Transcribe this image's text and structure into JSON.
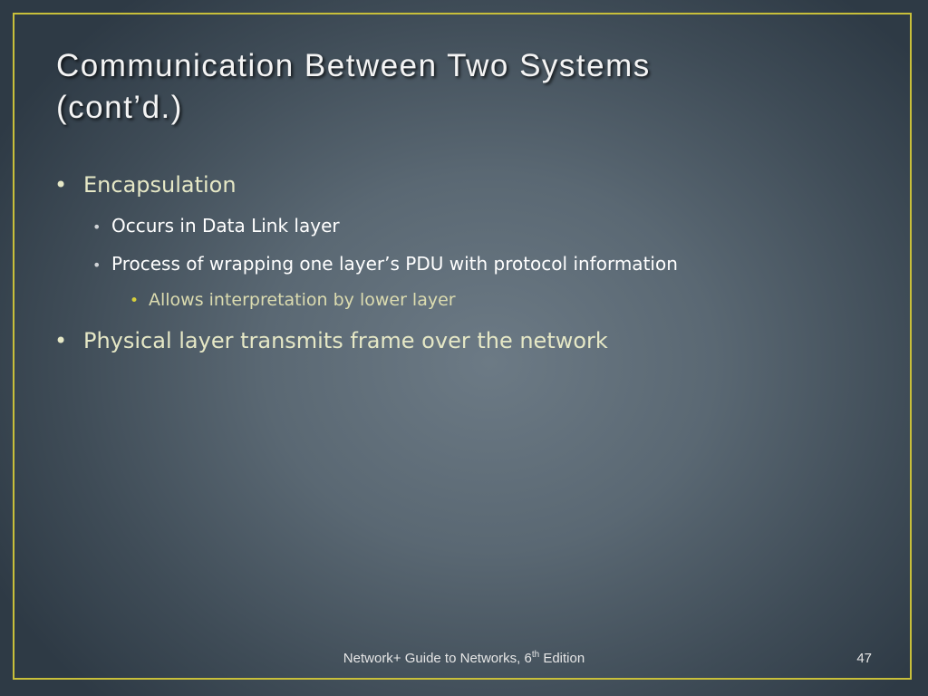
{
  "slide": {
    "title_line1": "Communication Between Two Systems",
    "title_line2": "(cont’d.)",
    "bullets": [
      {
        "marker": "•",
        "text": "Encapsulation"
      },
      {
        "marker": "•",
        "text": "Occurs in Data Link layer"
      },
      {
        "marker": "•",
        "text": "Process of wrapping one layer’s PDU with protocol information"
      },
      {
        "marker": "•",
        "text": "Allows interpretation by lower layer"
      },
      {
        "marker": "•",
        "text": "Physical layer transmits frame over the network"
      }
    ],
    "footer": {
      "prefix": "Network+ Guide to Networks, 6",
      "superscript": "th",
      "suffix": " Edition",
      "page_number": "47"
    }
  },
  "colors": {
    "frame_border": "#c8bf3a",
    "level1_text": "#e6e8c6",
    "level2_text": "#ffffff",
    "level3_text": "#dcdcb0",
    "level3_bullet": "#d6cf3c"
  }
}
